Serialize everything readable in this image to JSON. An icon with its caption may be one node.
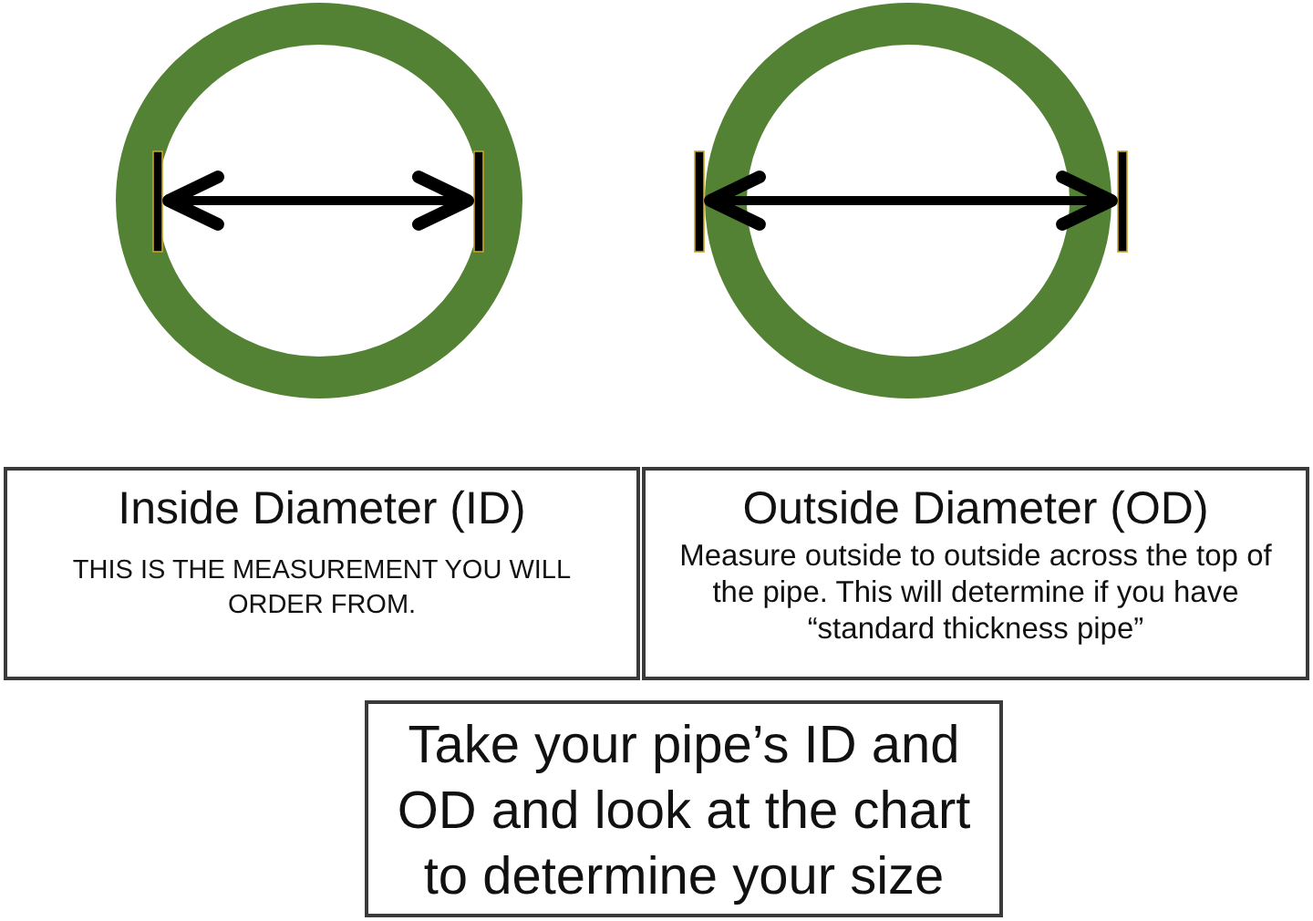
{
  "diagram": {
    "nodes": [
      {
        "text": [
          "Inside Diameter (ID)",
          "THIS IS THE MEASUREMENT YOU WILL ORDER FROM."
        ]
      },
      {
        "text": [
          "Outside Diameter (OD)",
          "Measure outside to outside across the top of the pipe. This will determine if you have “standard thickness pipe”"
        ]
      },
      {
        "text": [
          "Take your pipe’s ID and OD and look at the chart to determine your size"
        ]
      }
    ]
  }
}
